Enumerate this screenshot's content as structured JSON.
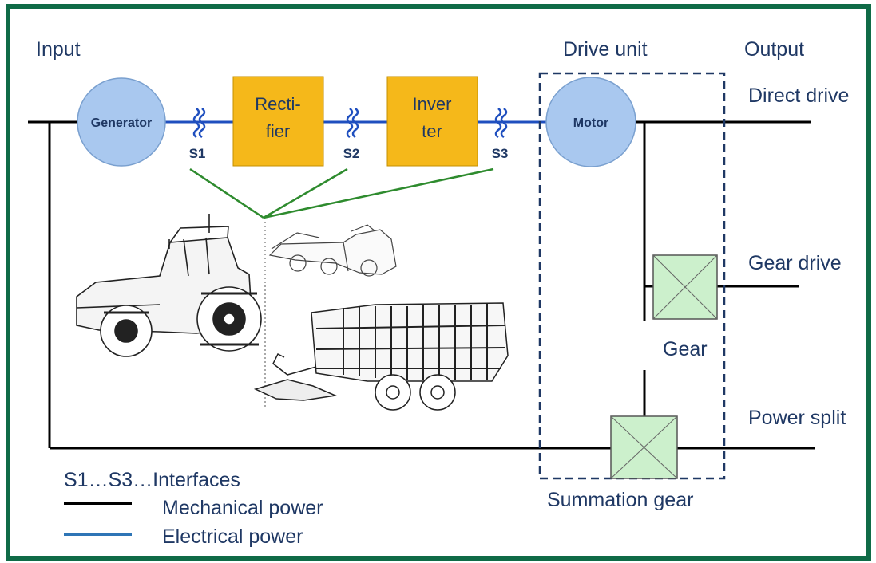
{
  "labels": {
    "input": "Input",
    "drive_unit": "Drive unit",
    "output": "Output",
    "direct_drive": "Direct drive",
    "gear_drive": "Gear drive",
    "gear": "Gear",
    "power_split": "Power split",
    "summation_gear": "Summation gear"
  },
  "nodes": {
    "generator": "Generator",
    "rectifier_line1": "Recti-",
    "rectifier_line2": "fier",
    "inverter_line1": "Inver",
    "inverter_line2": "ter",
    "motor": "Motor"
  },
  "interfaces": [
    "S1",
    "S2",
    "S3"
  ],
  "legend": {
    "interfaces": "S1…S3…Interfaces",
    "mechanical": "Mechanical power",
    "electrical": "Electrical power"
  },
  "colors": {
    "frame": "#0f6b47",
    "mechanical": "#000000",
    "electrical": "#1f4fbf",
    "node_fill": "#a9c8ef",
    "box_fill": "#f5b81a",
    "gear_fill": "#ccf0cc",
    "pointer": "#2e8b2e",
    "text": "#1f3864"
  }
}
